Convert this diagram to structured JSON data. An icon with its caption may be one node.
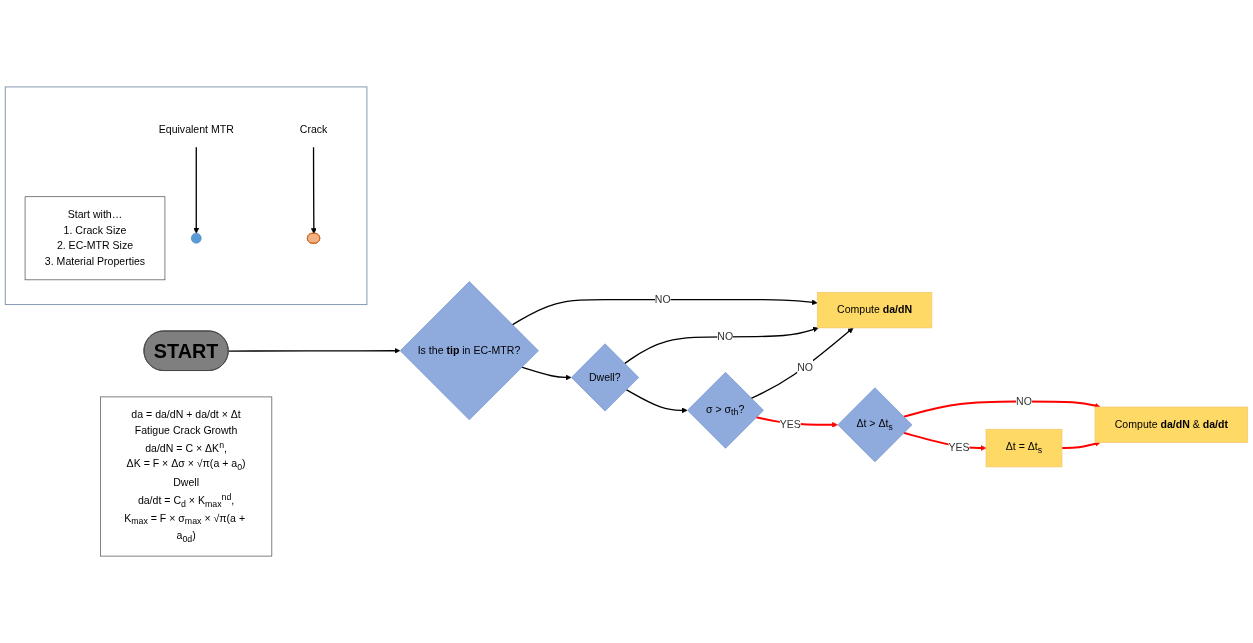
{
  "diagram": {
    "nodes": [
      {
        "text": [
          "START"
        ]
      },
      {
        "text": [
          "Is the **tip** in EC-MTR?"
        ]
      },
      {
        "text": [
          "Dwell?"
        ]
      },
      {
        "text": [
          "σ > σ$_{th}$?"
        ]
      },
      {
        "text": [
          "Compute **da/dN**"
        ]
      },
      {
        "text": [
          "Δt > Δt$_{s}$"
        ]
      },
      {
        "text": [
          "Δt = Δt$_{s}$"
        ]
      },
      {
        "text": [
          "Compute **da/dN** & **da/dt**"
        ]
      },
      {
        "text": [],
        "shape": "box"
      },
      {
        "text": [
          "Start with…",
          "1. Crack Size",
          "2. EC-MTR Size",
          "3. Material Properties"
        ],
        "in": 8
      },
      {
        "text": [
          "Equivalent MTR"
        ],
        "in": 8
      },
      {
        "text": [],
        "shape": "circle",
        "in": 8
      },
      {
        "text": [
          "Crack"
        ],
        "in": 8
      },
      {
        "text": [],
        "shape": "oval",
        "in": 8
      },
      {
        "text": [
          "da = da/dN + da/dt × Δt",
          "Fatigue Crack Growth",
          "da/dN = C × ΔK$^{n}$,",
          "ΔK = F × Δσ × √π(a + a$_{0}$)",
          "Dwell",
          "da/dt = C$_{d}$ × K$_{max}$$^{nd}$,",
          "K$_{max}$ = F × σ$_{max}$ × √π(a + a$_{0d}$)"
        ]
      }
    ],
    "edges": [
      {
        "from": 0,
        "to": 1,
        "arrow": "to"
      },
      {
        "from": 1,
        "to": 2,
        "arrow": "to"
      },
      {
        "from": 2,
        "to": 3,
        "arrow": "to"
      },
      {
        "from": 3,
        "to": 5,
        "arrow": "to",
        "label": "YES",
        "color": "#ff0000"
      },
      {
        "from": 1,
        "to": 4,
        "arrow": "to",
        "label": "NO"
      },
      {
        "from": 2,
        "to": 4,
        "arrow": "to",
        "label": "NO"
      },
      {
        "from": 3,
        "to": 4,
        "arrow": "to",
        "label": "NO"
      },
      {
        "from": 5,
        "to": 6,
        "arrow": "to",
        "label": "YES",
        "color": "#ff0000"
      },
      {
        "from": 5,
        "to": 7,
        "arrow": "to",
        "label": "NO",
        "color": "#ff0000"
      },
      {
        "from": 6,
        "to": 7,
        "arrow": "to",
        "color": "#ff0000"
      },
      {
        "from": 10,
        "to": 11,
        "arrow": "to"
      },
      {
        "from": 12,
        "to": 13,
        "arrow": "to"
      }
    ]
  }
}
